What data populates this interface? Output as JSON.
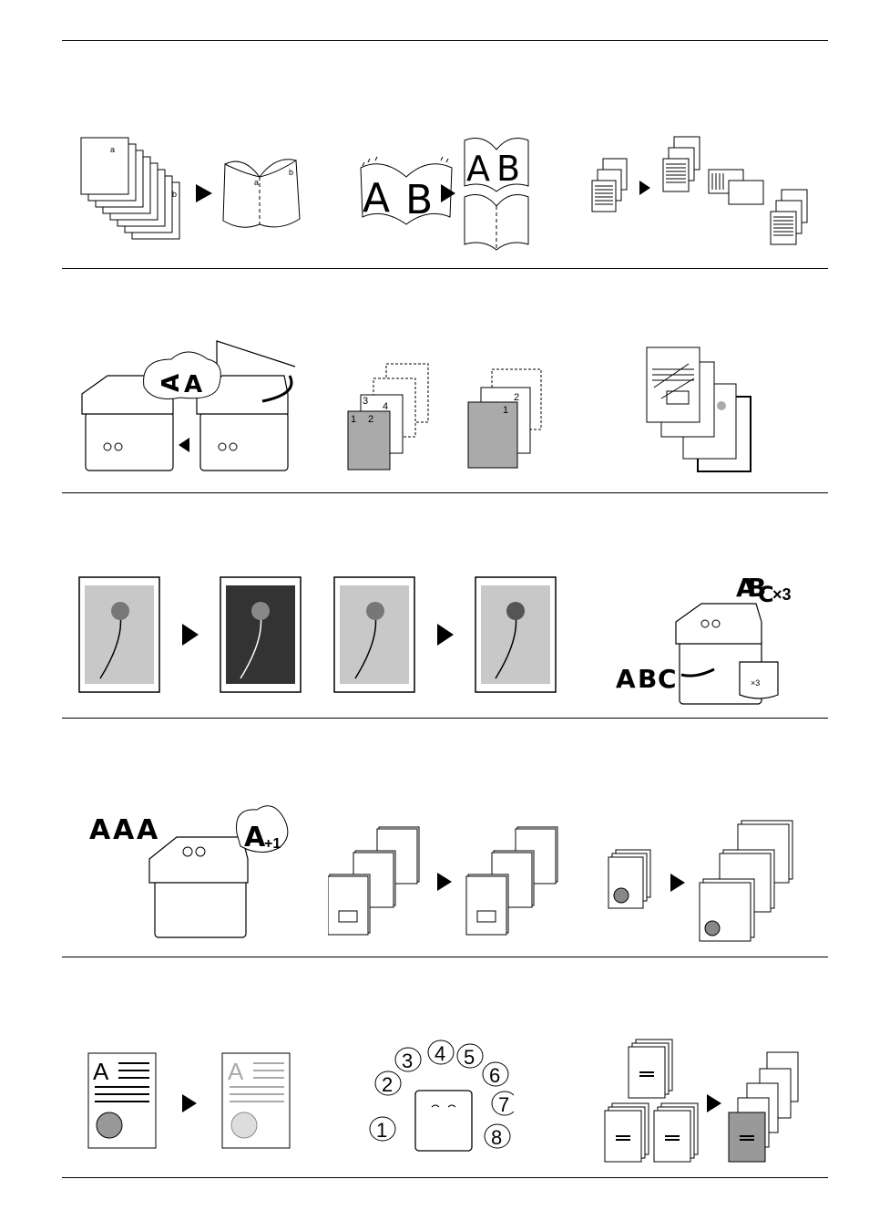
{
  "rows": [
    {
      "name": "row-1",
      "figures": [
        "booklet",
        "book-copy",
        "combine"
      ]
    },
    {
      "name": "row-2",
      "figures": [
        "duplex-copy",
        "page-sequence",
        "overlay"
      ]
    },
    {
      "name": "row-3",
      "figures": [
        "negative-image",
        "sharpness",
        "program-copy"
      ]
    },
    {
      "name": "row-4",
      "figures": [
        "interrupt-copy",
        "job-separation",
        "multi-page"
      ]
    },
    {
      "name": "row-5",
      "figures": [
        "toner-save",
        "program-users",
        "cover-insert"
      ]
    }
  ],
  "labels": {
    "booklet_first": "a",
    "booklet_last": "b",
    "booklet_open_left": "a",
    "booklet_open_right": "b",
    "ab_letter_a": "A",
    "ab_letter_b": "B",
    "letter_a": "A",
    "plus_one": "+1",
    "abc_a": "A",
    "abc_b": "B",
    "abc_c": "C",
    "times_three": "×3",
    "small_times_three": "×3",
    "page_1": "1",
    "page_2": "2",
    "page_3": "3",
    "page_4": "4",
    "users": [
      "1",
      "2",
      "3",
      "4",
      "5",
      "6",
      "7",
      "8"
    ]
  }
}
